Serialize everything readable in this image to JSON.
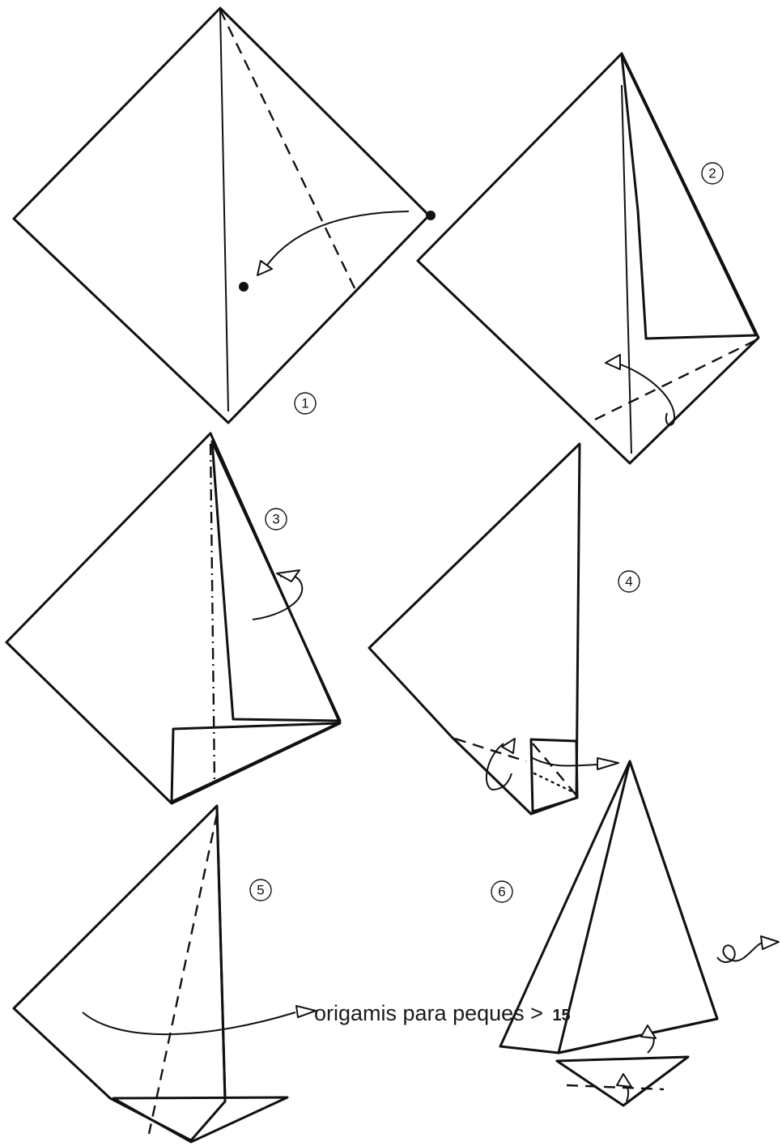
{
  "colors": {
    "paper_color": "#6bbfbb",
    "line_color": "#111111",
    "background": "#ffffff"
  },
  "steps": [
    {
      "number": "1"
    },
    {
      "number": "2"
    },
    {
      "number": "3"
    },
    {
      "number": "4"
    },
    {
      "number": "5"
    },
    {
      "number": "6"
    }
  ],
  "footer": {
    "text": "origamis para peques >",
    "page_number": "15"
  }
}
